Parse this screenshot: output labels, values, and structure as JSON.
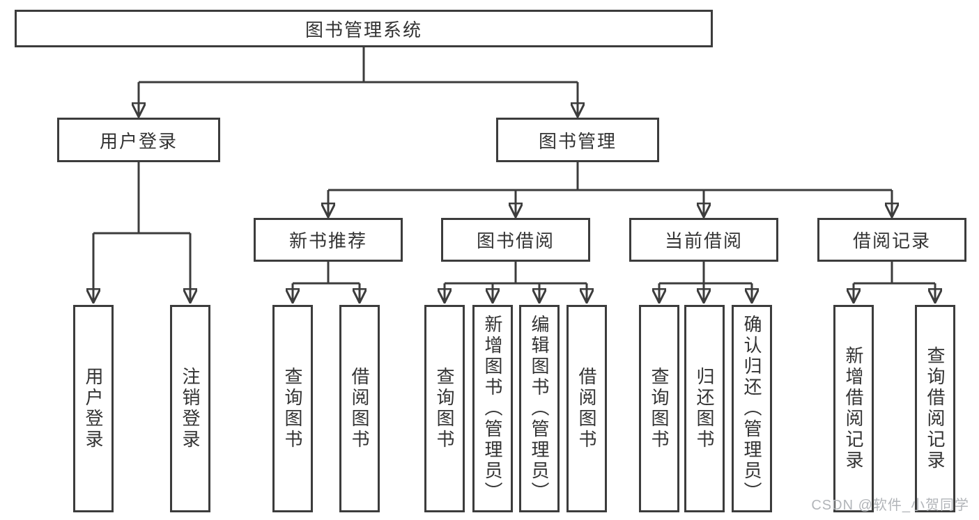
{
  "diagram": {
    "root": {
      "label": "图书管理系统"
    },
    "branches": [
      {
        "label": "用户登录",
        "children": [
          {
            "label": "用户登录"
          },
          {
            "label": "注销登录"
          }
        ]
      },
      {
        "label": "图书管理",
        "modules": [
          {
            "label": "新书推荐",
            "children": [
              {
                "label": "查询图书"
              },
              {
                "label": "借阅图书"
              }
            ]
          },
          {
            "label": "图书借阅",
            "children": [
              {
                "label": "查询图书"
              },
              {
                "label": "新增图书（管理员）"
              },
              {
                "label": "编辑图书（管理员）"
              },
              {
                "label": "借阅图书"
              }
            ]
          },
          {
            "label": "当前借阅",
            "children": [
              {
                "label": "查询图书"
              },
              {
                "label": "归还图书"
              },
              {
                "label": "确认归还（管理员）"
              }
            ]
          },
          {
            "label": "借阅记录",
            "children": [
              {
                "label": "新增借阅记录"
              },
              {
                "label": "查询借阅记录"
              }
            ]
          }
        ]
      }
    ]
  },
  "watermark": {
    "text": "CSDN @软件_小贺同学"
  },
  "colors": {
    "line": "#3c3c3c",
    "text": "#333333",
    "background": "#ffffff",
    "watermark": "#b2b5b9"
  }
}
